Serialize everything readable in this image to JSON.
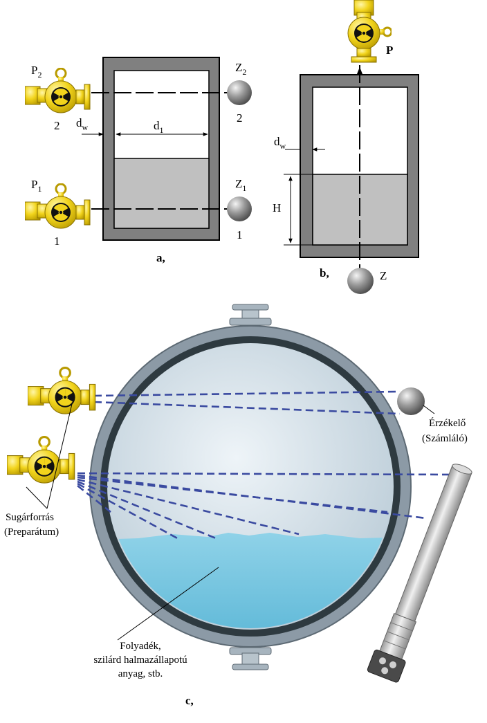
{
  "colors": {
    "source_body": "#f2d41c",
    "source_dark": "#b89a00",
    "trefoil": "#111111",
    "wall": "#808080",
    "fill": "#c0c0c0",
    "detector": "#8a8a8a",
    "vessel_shell": "#8c9aa6",
    "liquid": "#6fc3de",
    "gas": "#c9d8e2",
    "beam": "#3a4aa0"
  },
  "diagram_a": {
    "caption": "a,",
    "source_top": {
      "label": "P",
      "index": "2",
      "number": "2",
      "icon": "radiation-source-icon"
    },
    "source_bottom": {
      "label": "P",
      "index": "1",
      "number": "1",
      "icon": "radiation-source-icon"
    },
    "detector_top": {
      "label": "Z",
      "index": "2",
      "number": "2",
      "icon": "detector-ball-icon"
    },
    "detector_bottom": {
      "label": "Z",
      "index": "1",
      "number": "1",
      "icon": "detector-ball-icon"
    },
    "wall_label": "d",
    "wall_index": "w",
    "inner_label": "d",
    "inner_index": "1"
  },
  "diagram_b": {
    "caption": "b,",
    "source": {
      "label": "P",
      "icon": "radiation-source-icon"
    },
    "detector": {
      "label": "Z",
      "icon": "detector-ball-icon"
    },
    "wall_label": "d",
    "wall_index": "w",
    "height_label": "H"
  },
  "diagram_c": {
    "caption": "c,",
    "detector_label_line1": "Érzékelő",
    "detector_label_line2": "(Számláló)",
    "source_label_line1": "Sugárforrás",
    "source_label_line2": "(Preparátum)",
    "material_line1": "Folyadék,",
    "material_line2": "szilárd halmazállapotú",
    "material_line3": "anyag, stb."
  }
}
